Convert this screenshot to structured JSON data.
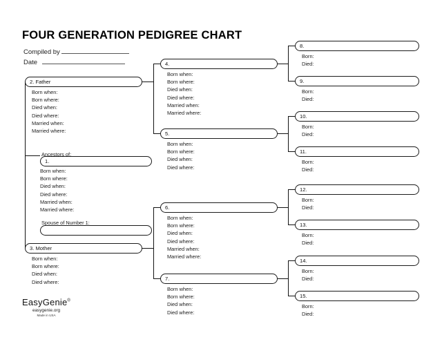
{
  "document": {
    "title": "FOUR GENERATION PEDIGREE CHART",
    "compiled_by_label": "Compiled by",
    "date_label": "Date"
  },
  "labels": {
    "ancestors_of": "Ancestors of:",
    "spouse_of_number_1": "Spouse of Number 1:"
  },
  "field_sets": {
    "full": [
      "Born when:",
      "Born where:",
      "Died when:",
      "Died where:",
      "Married when:",
      "Married where:"
    ],
    "short": [
      "Born when:",
      "Born where:",
      "Died when:",
      "Died where:"
    ],
    "minimal": [
      "Born:",
      "Died:"
    ]
  },
  "boxes": {
    "self": {
      "number": "1.",
      "fields": [
        "Born when:",
        "Born where:",
        "Died when:",
        "Died where:",
        "Married when:",
        "Married where:"
      ]
    },
    "spouse": {
      "number": ""
    },
    "gen2": [
      {
        "number": "2. Father",
        "fields": [
          "Born when:",
          "Born where:",
          "Died when:",
          "Died where:",
          "Married when:",
          "Married where:"
        ]
      },
      {
        "number": "3. Mother",
        "fields": [
          "Born when:",
          "Born where:",
          "Died when:",
          "Died where:"
        ]
      }
    ],
    "gen3": [
      {
        "number": "4.",
        "fields": [
          "Born when:",
          "Born where:",
          "Died when:",
          "Died where:",
          "Married when:",
          "Married where:"
        ]
      },
      {
        "number": "5.",
        "fields": [
          "Born when:",
          "Born where:",
          "Died when:",
          "Died where:"
        ]
      },
      {
        "number": "6.",
        "fields": [
          "Born when:",
          "Born where:",
          "Died when:",
          "Died where:",
          "Married when:",
          "Married where:"
        ]
      },
      {
        "number": "7.",
        "fields": [
          "Born when:",
          "Born where:",
          "Died when:",
          "Died where:"
        ]
      }
    ],
    "gen4": [
      {
        "number": "8.",
        "fields": [
          "Born:",
          "Died:"
        ]
      },
      {
        "number": "9.",
        "fields": [
          "Born:",
          "Died:"
        ]
      },
      {
        "number": "10.",
        "fields": [
          "Born:",
          "Died:"
        ]
      },
      {
        "number": "11.",
        "fields": [
          "Born:",
          "Died:"
        ]
      },
      {
        "number": "12.",
        "fields": [
          "Born:",
          "Died:"
        ]
      },
      {
        "number": "13.",
        "fields": [
          "Born:",
          "Died:"
        ]
      },
      {
        "number": "14.",
        "fields": [
          "Born:",
          "Died:"
        ]
      },
      {
        "number": "15.",
        "fields": [
          "Born:",
          "Died:"
        ]
      }
    ]
  },
  "footer": {
    "brand": "EasyGenie",
    "registered_mark": "®",
    "website": "easygenie.org",
    "origin": "Made in USA"
  },
  "colors": {
    "ink": "#111111",
    "paper": "#ffffff",
    "rule": "#555555"
  }
}
